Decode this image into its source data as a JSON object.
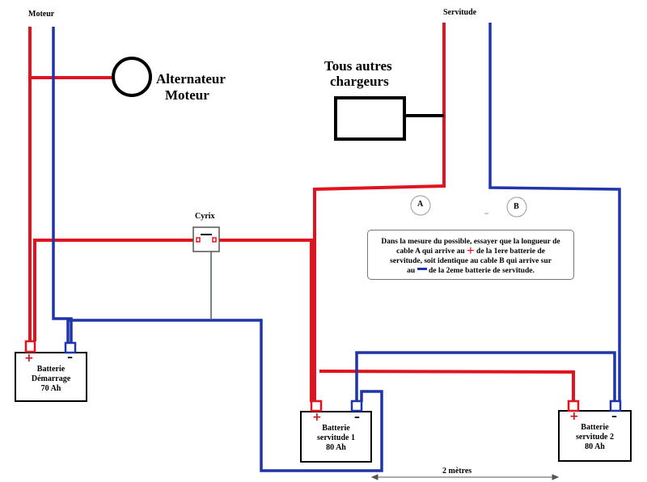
{
  "labels": {
    "moteur": "Moteur",
    "servitude": "Servitude",
    "alternateur_line1": "Alternateur",
    "alternateur_line2": "Moteur",
    "chargeurs_line1": "Tous autres",
    "chargeurs_line2": "chargeurs",
    "cyrix": "Cyrix",
    "cable_a": "A",
    "cable_b": "B",
    "distance": "2 mètres"
  },
  "note": {
    "line1": "Dans la mesure du possible, essayer que la longueur de",
    "line2_before": "cable A qui arrive  au",
    "line2_after": "de la 1ere batterie  de",
    "line3": "servitude, soit identique  au cable B qui arrive sur",
    "line4_before": "au",
    "line4_after": "de  la 2eme batterie  de servitude."
  },
  "batteries": {
    "demarrage": {
      "line1": "Batterie",
      "line2": "Démarrage",
      "line3": "70  Ah"
    },
    "servitude1": {
      "line1": "Batterie",
      "line2": "servitude   1",
      "line3": "80 Ah"
    },
    "servitude2": {
      "line1": "Batterie",
      "line2": "servitude   2",
      "line3": "80  Ah"
    }
  },
  "terminals": {
    "plus": "+",
    "minus": "–"
  },
  "colors": {
    "positive": "#e0141e",
    "negative": "#1f35a8",
    "outline": "#000000",
    "control": "#4a5a6a"
  }
}
